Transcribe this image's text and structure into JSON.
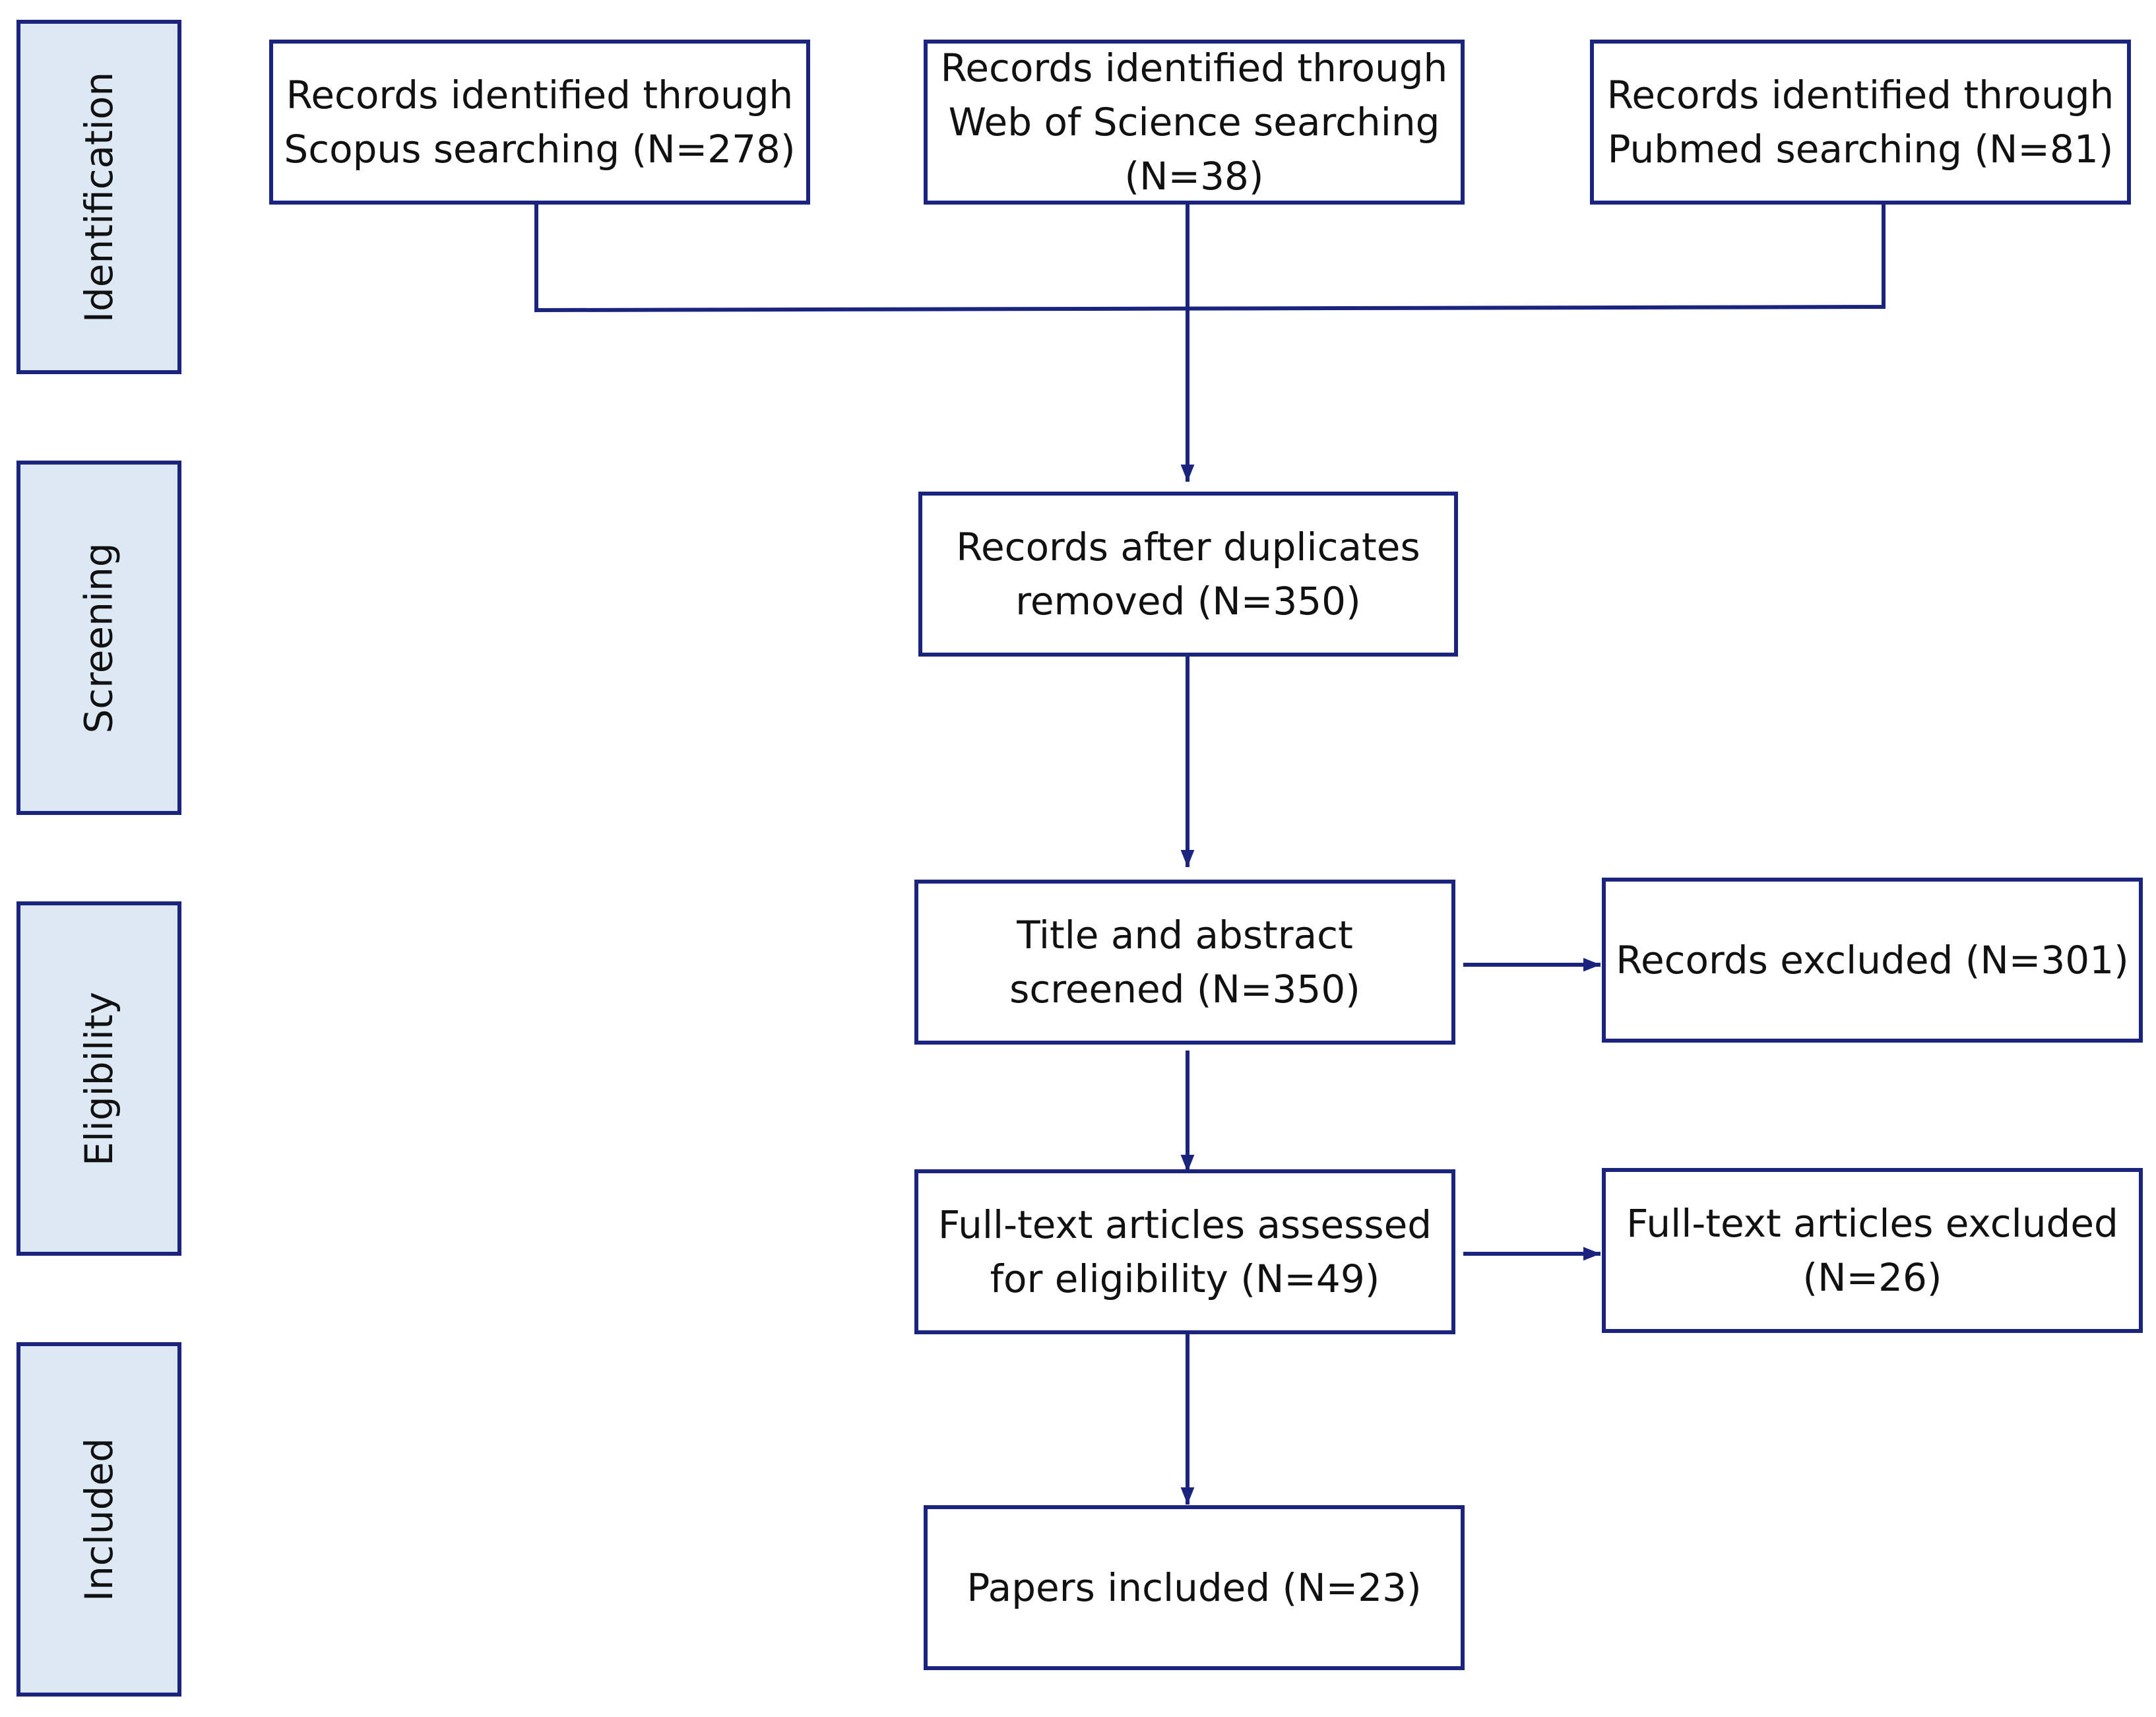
{
  "colors": {
    "border": "#1a237e",
    "stage_fill": "#dde8f5",
    "box_fill": "#ffffff",
    "text": "#111111"
  },
  "stages": [
    {
      "id": "identification",
      "label": "Identification"
    },
    {
      "id": "screening",
      "label": "Screening"
    },
    {
      "id": "eligibility",
      "label": "Eligibility"
    },
    {
      "id": "included",
      "label": "Included"
    }
  ],
  "boxes": {
    "scopus": "Records identified through\nScopus searching (N=278)",
    "wos": "Records identified through\nWeb of Science searching\n(N=38)",
    "pubmed": "Records identified through\nPubmed searching (N=81)",
    "duplicates_removed": "Records after duplicates\nremoved (N=350)",
    "title_abstract": "Title and abstract\nscreened (N=350)",
    "records_excluded": "Records excluded (N=301)",
    "fulltext_assessed": "Full-text articles assessed\nfor eligibility (N=49)",
    "fulltext_excluded": "Full-text articles excluded\n(N=26)",
    "included": "Papers included (N=23)"
  }
}
